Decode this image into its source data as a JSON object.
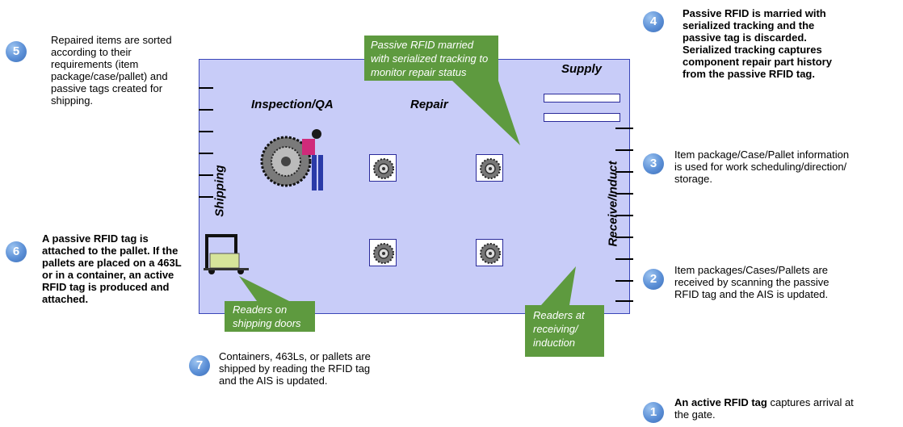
{
  "areas": {
    "inspection": "Inspection/QA",
    "repair": "Repair",
    "supply": "Supply",
    "shipping": "Shipping",
    "receive": "Receive/Induct"
  },
  "callouts": {
    "passive_married": "Passive RFID married with serialized tracking  to monitor repair status",
    "readers_shipping": "Readers on shipping doors",
    "readers_receiving": "Readers at receiving/ induction"
  },
  "steps": [
    {
      "num": "1",
      "bold": "An active RFID tag",
      "text": " captures arrival at the gate."
    },
    {
      "num": "2",
      "text": "Item packages/Cases/Pallets are received by scanning the passive RFID tag and the AIS is updated."
    },
    {
      "num": "3",
      "text": "Item package/Case/Pallet information is used for work scheduling/direction/ storage."
    },
    {
      "num": "4",
      "text": "Passive RFID is married with serialized tracking and the passive tag is discarded. Serialized tracking captures component repair part history from the passive RFID tag."
    },
    {
      "num": "5",
      "text": "Repaired items are sorted according to their requirements (item package/case/pallet) and passive tags created for shipping."
    },
    {
      "num": "6",
      "text": "A passive RFID tag  is attached to the pallet. If the pallets are placed on a 463L or in a container, an active RFID tag is produced and attached."
    },
    {
      "num": "7",
      "text": "Containers, 463Ls, or pallets are shipped by reading the RFID tag and the AIS is updated."
    }
  ],
  "colors": {
    "floor": "#c8ccf8",
    "callout": "#5e9a3f",
    "badge": "#5b8fd6"
  }
}
